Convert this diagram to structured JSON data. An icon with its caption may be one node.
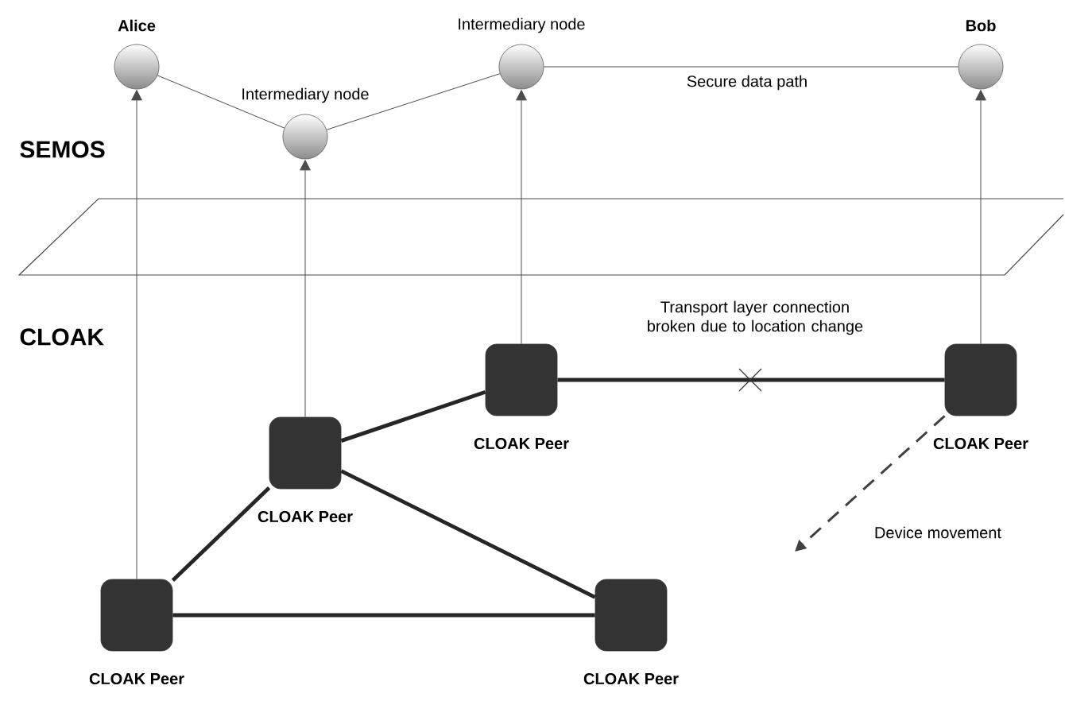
{
  "diagram": {
    "nodes": [
      {
        "text": [
          "Alice"
        ]
      },
      {
        "text": [
          "Intermediary node"
        ]
      },
      {
        "text": [
          "Intermediary node"
        ]
      },
      {
        "text": [
          "Bob"
        ]
      },
      {
        "text": [
          "CLOAK Peer"
        ]
      },
      {
        "text": [
          "CLOAK Peer"
        ]
      },
      {
        "text": [
          "CLOAK Peer"
        ]
      },
      {
        "text": [
          "CLOAK Peer"
        ]
      },
      {
        "text": [
          "CLOAK Peer"
        ]
      }
    ],
    "edges": [
      {
        "from": 0,
        "to": 1,
        "arrow": "none"
      },
      {
        "from": 1,
        "to": 2,
        "arrow": "none"
      },
      {
        "from": 2,
        "to": 3,
        "arrow": "none",
        "label": "Secure data path"
      },
      {
        "from": 7,
        "to": 0,
        "arrow": "to"
      },
      {
        "from": 6,
        "to": 1,
        "arrow": "to"
      },
      {
        "from": 4,
        "to": 2,
        "arrow": "to"
      },
      {
        "from": 5,
        "to": 3,
        "arrow": "to"
      },
      {
        "from": 4,
        "to": 5,
        "arrow": "none",
        "style": "thick",
        "label": "Transport layer connection broken due to location change"
      },
      {
        "from": 6,
        "to": 4,
        "arrow": "none",
        "style": "thick"
      },
      {
        "from": 6,
        "to": 8,
        "arrow": "none",
        "style": "thick"
      },
      {
        "from": 7,
        "to": 6,
        "arrow": "none",
        "style": "thick"
      },
      {
        "from": 7,
        "to": 8,
        "arrow": "none",
        "style": "thick"
      },
      {
        "from": 5,
        "to": null,
        "arrow": "to",
        "style": "dashed",
        "label": "Device movement"
      }
    ],
    "labels": [
      "SEMOS",
      "CLOAK"
    ]
  }
}
